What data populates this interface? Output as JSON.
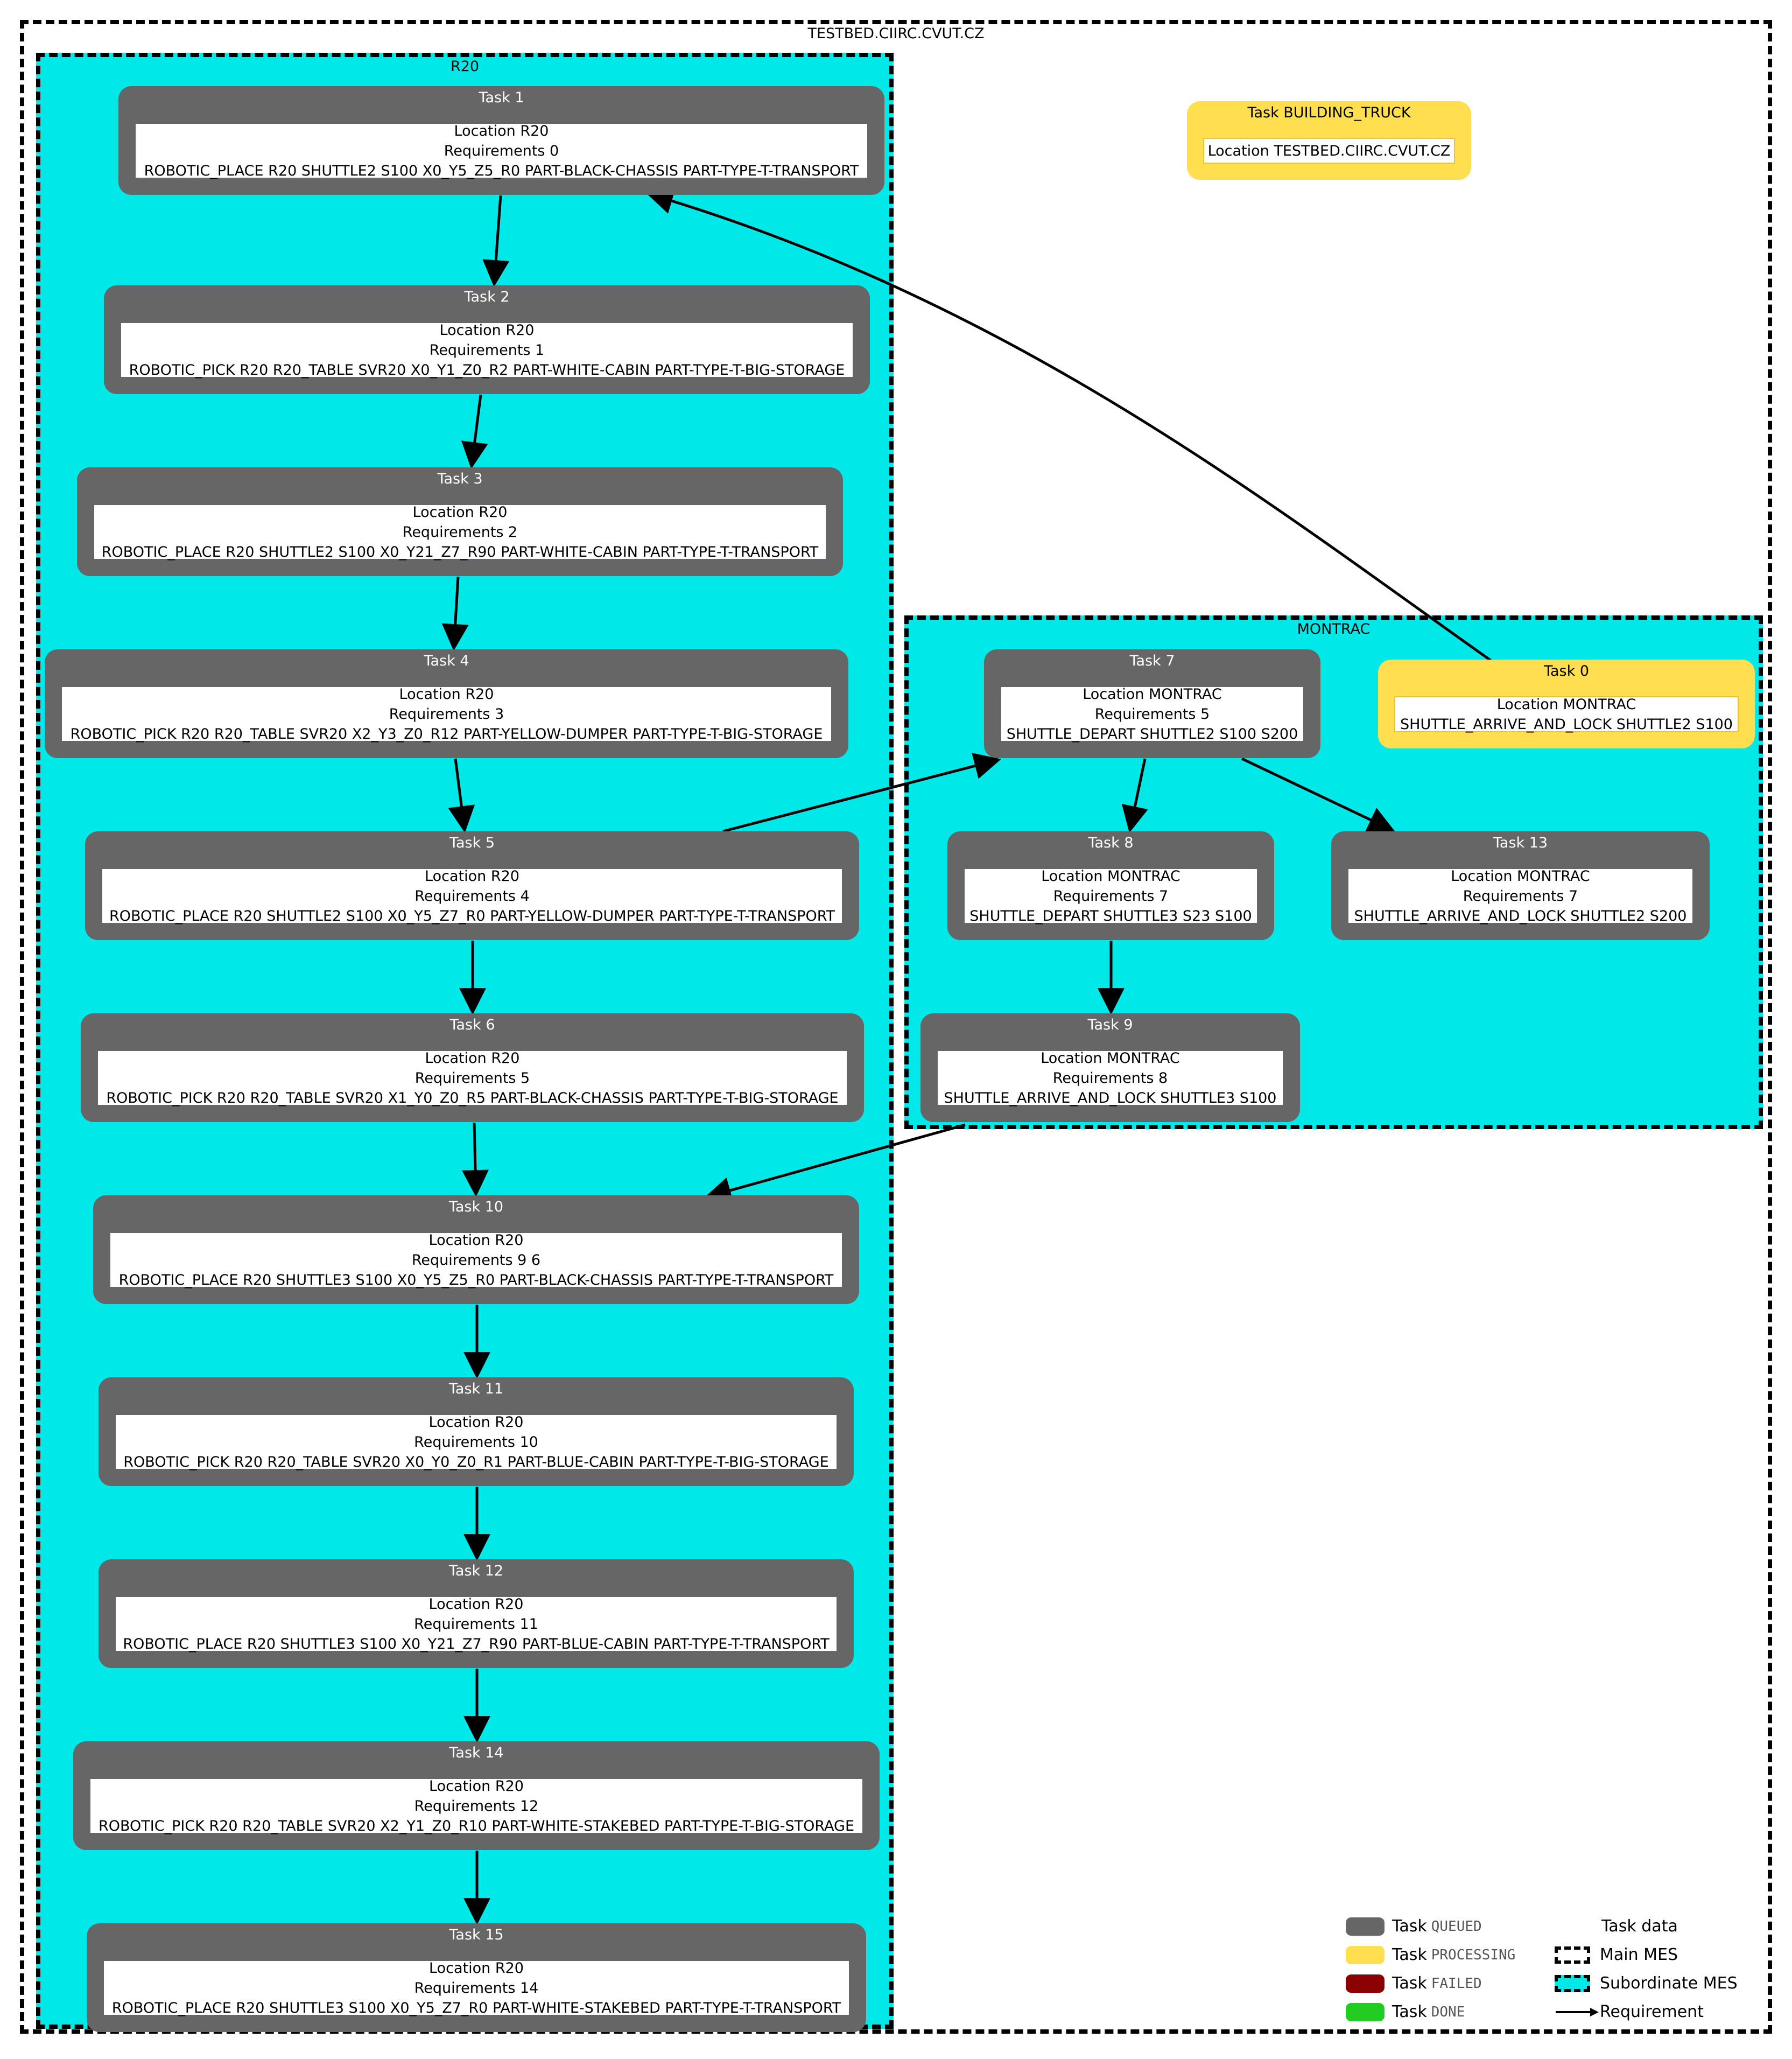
{
  "clusters": {
    "main": "TESTBED.CIIRC.CVUT.CZ",
    "r20": "R20",
    "montrac": "MONTRAC"
  },
  "tasks": {
    "building_truck": {
      "title": "Task BUILDING_TRUCK",
      "lines": [
        "Location TESTBED.CIIRC.CVUT.CZ"
      ]
    },
    "t0": {
      "title": "Task 0",
      "lines": [
        "Location MONTRAC",
        "SHUTTLE_ARRIVE_AND_LOCK SHUTTLE2 S100"
      ]
    },
    "t1": {
      "title": "Task 1",
      "lines": [
        "Location R20",
        "Requirements 0",
        "ROBOTIC_PLACE R20 SHUTTLE2 S100 X0_Y5_Z5_R0 PART-BLACK-CHASSIS PART-TYPE-T-TRANSPORT"
      ]
    },
    "t2": {
      "title": "Task 2",
      "lines": [
        "Location R20",
        "Requirements 1",
        "ROBOTIC_PICK R20 R20_TABLE SVR20 X0_Y1_Z0_R2 PART-WHITE-CABIN PART-TYPE-T-BIG-STORAGE"
      ]
    },
    "t3": {
      "title": "Task 3",
      "lines": [
        "Location R20",
        "Requirements 2",
        "ROBOTIC_PLACE R20 SHUTTLE2 S100 X0_Y21_Z7_R90 PART-WHITE-CABIN PART-TYPE-T-TRANSPORT"
      ]
    },
    "t4": {
      "title": "Task 4",
      "lines": [
        "Location R20",
        "Requirements 3",
        "ROBOTIC_PICK R20 R20_TABLE SVR20 X2_Y3_Z0_R12 PART-YELLOW-DUMPER PART-TYPE-T-BIG-STORAGE"
      ]
    },
    "t5": {
      "title": "Task 5",
      "lines": [
        "Location R20",
        "Requirements 4",
        "ROBOTIC_PLACE R20 SHUTTLE2 S100 X0_Y5_Z7_R0 PART-YELLOW-DUMPER PART-TYPE-T-TRANSPORT"
      ]
    },
    "t6": {
      "title": "Task 6",
      "lines": [
        "Location R20",
        "Requirements 5",
        "ROBOTIC_PICK R20 R20_TABLE SVR20 X1_Y0_Z0_R5 PART-BLACK-CHASSIS PART-TYPE-T-BIG-STORAGE"
      ]
    },
    "t7": {
      "title": "Task 7",
      "lines": [
        "Location MONTRAC",
        "Requirements 5",
        "SHUTTLE_DEPART SHUTTLE2 S100 S200"
      ]
    },
    "t8": {
      "title": "Task 8",
      "lines": [
        "Location MONTRAC",
        "Requirements 7",
        "SHUTTLE_DEPART SHUTTLE3 S23 S100"
      ]
    },
    "t9": {
      "title": "Task 9",
      "lines": [
        "Location MONTRAC",
        "Requirements 8",
        "SHUTTLE_ARRIVE_AND_LOCK SHUTTLE3 S100"
      ]
    },
    "t10": {
      "title": "Task 10",
      "lines": [
        "Location R20",
        "Requirements 9 6",
        "ROBOTIC_PLACE R20 SHUTTLE3 S100 X0_Y5_Z5_R0 PART-BLACK-CHASSIS PART-TYPE-T-TRANSPORT"
      ]
    },
    "t11": {
      "title": "Task 11",
      "lines": [
        "Location R20",
        "Requirements 10",
        "ROBOTIC_PICK R20 R20_TABLE SVR20 X0_Y0_Z0_R1 PART-BLUE-CABIN PART-TYPE-T-BIG-STORAGE"
      ]
    },
    "t12": {
      "title": "Task 12",
      "lines": [
        "Location R20",
        "Requirements 11",
        "ROBOTIC_PLACE R20 SHUTTLE3 S100 X0_Y21_Z7_R90 PART-BLUE-CABIN PART-TYPE-T-TRANSPORT"
      ]
    },
    "t13": {
      "title": "Task 13",
      "lines": [
        "Location MONTRAC",
        "Requirements 7",
        "SHUTTLE_ARRIVE_AND_LOCK SHUTTLE2 S200"
      ]
    },
    "t14": {
      "title": "Task 14",
      "lines": [
        "Location R20",
        "Requirements 12",
        "ROBOTIC_PICK R20 R20_TABLE SVR20 X2_Y1_Z0_R10 PART-WHITE-STAKEBED PART-TYPE-T-BIG-STORAGE"
      ]
    },
    "t15": {
      "title": "Task 15",
      "lines": [
        "Location R20",
        "Requirements 14",
        "ROBOTIC_PLACE R20 SHUTTLE3 S100 X0_Y5_Z7_R0 PART-WHITE-STAKEBED PART-TYPE-T-TRANSPORT"
      ]
    }
  },
  "legend": {
    "queued": {
      "label": "Task",
      "state": "QUEUED",
      "color": "#666666"
    },
    "processing": {
      "label": "Task",
      "state": "PROCESSING",
      "color": "#ffdf4f"
    },
    "failed": {
      "label": "Task",
      "state": "FAILED",
      "color": "#8b0000"
    },
    "done": {
      "label": "Task",
      "state": "DONE",
      "color": "#22cc22"
    },
    "task_data": "Task data",
    "main_mes": "Main MES",
    "subordinate_mes": "Subordinate MES",
    "requirement": "Requirement"
  }
}
